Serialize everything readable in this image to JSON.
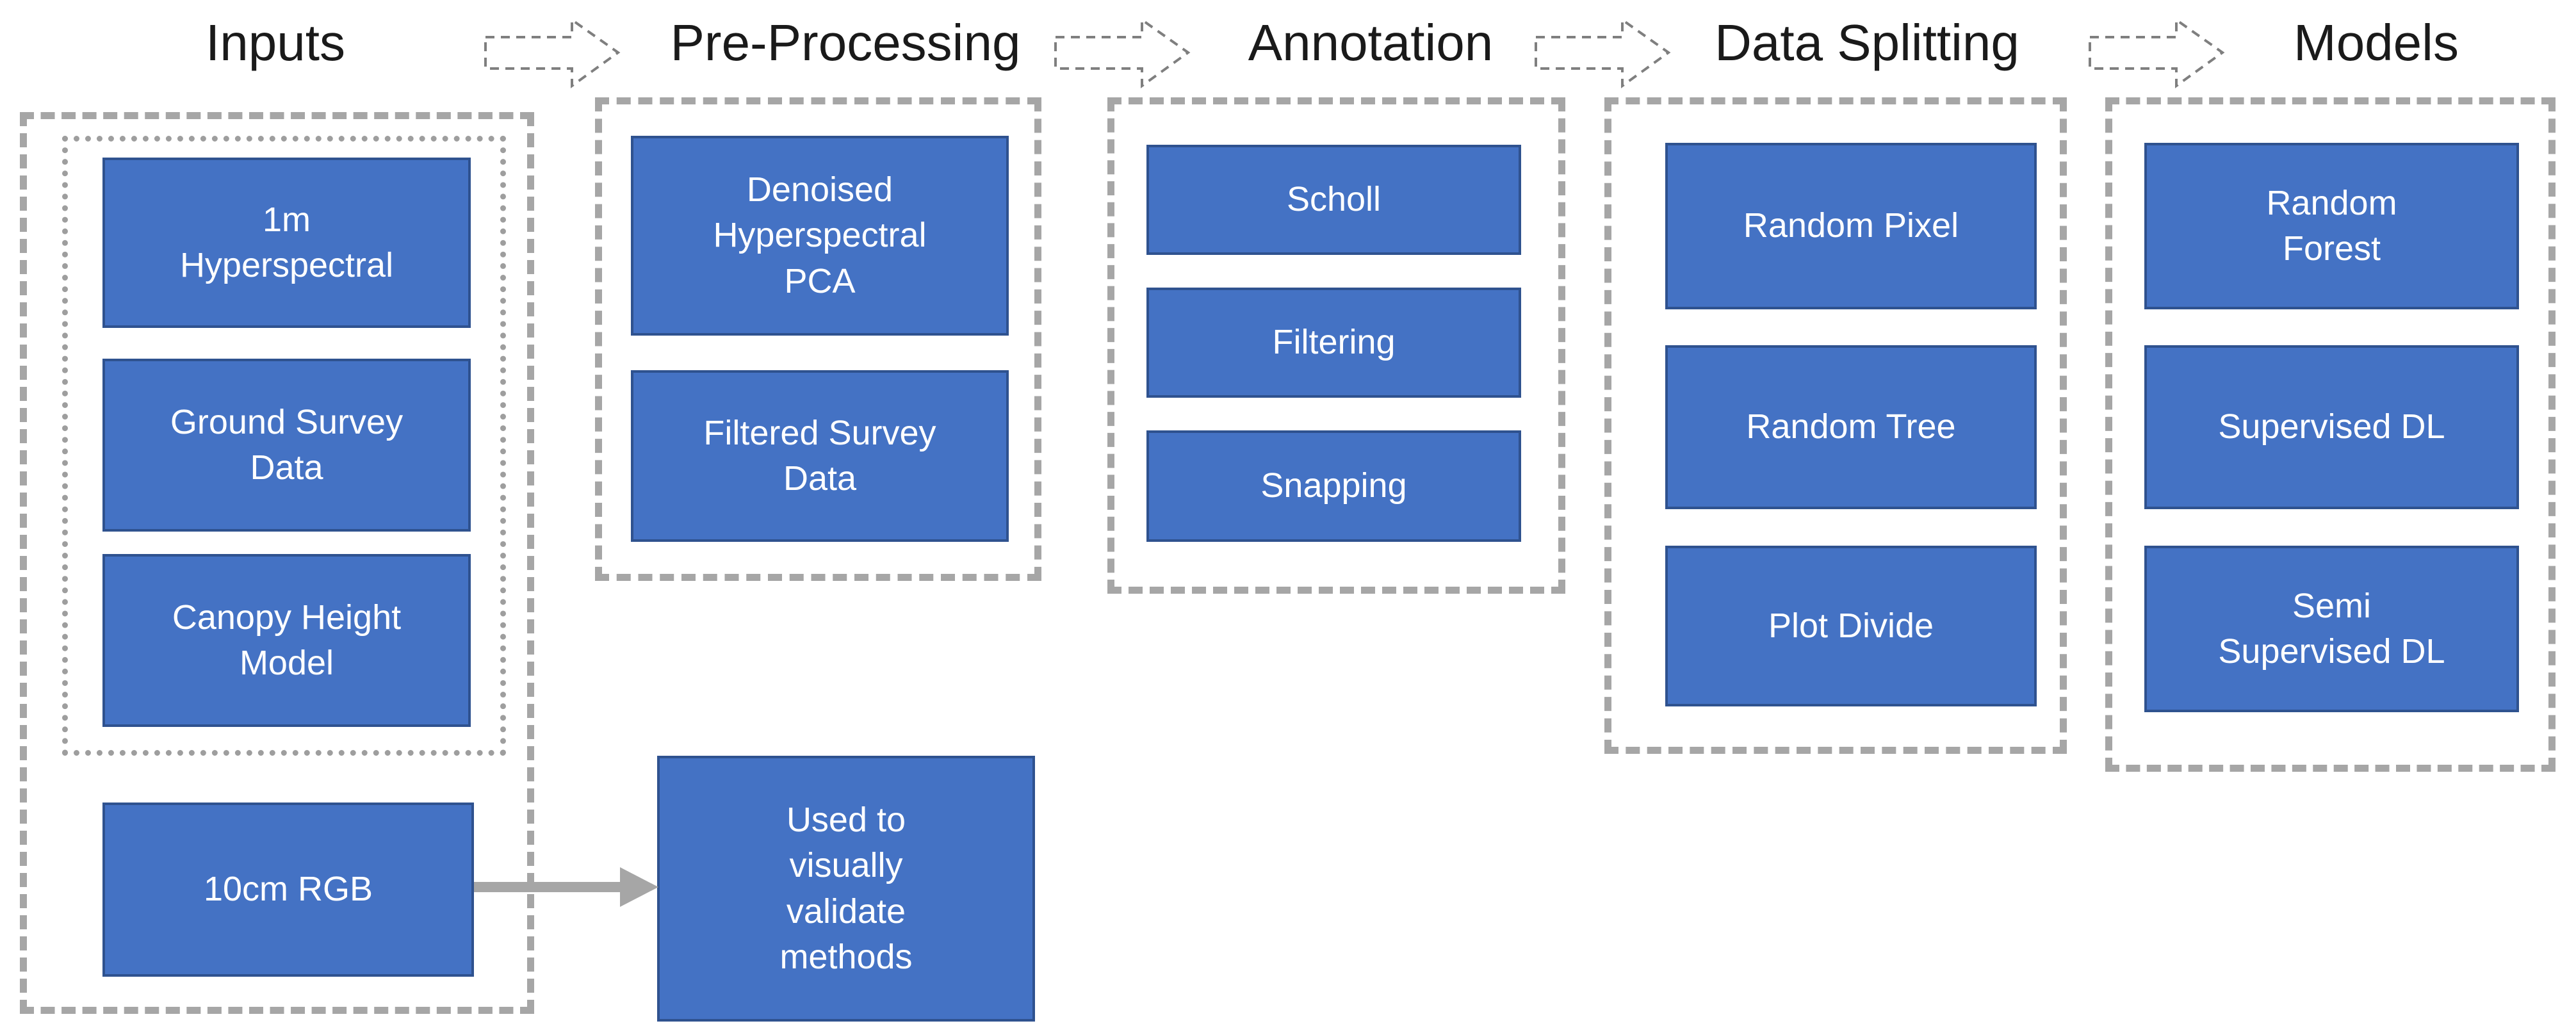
{
  "title_row": {
    "headers": [
      "Inputs",
      "Pre-Processing",
      "Annotation",
      "Data Splitting",
      "Models"
    ]
  },
  "boxes": {
    "inputs": {
      "grouped": [
        "1m\nHyperspectral",
        "Ground Survey\nData",
        "Canopy Height\nModel"
      ],
      "standalone": "10cm RGB"
    },
    "preprocessing": [
      "Denoised\nHyperspectral\nPCA",
      "Filtered Survey\nData"
    ],
    "annotation": [
      "Scholl",
      "Filtering",
      "Snapping"
    ],
    "data_splitting": [
      "Random Pixel",
      "Random Tree",
      "Plot Divide"
    ],
    "models": [
      "Random\nForest",
      "Supervised DL",
      "Semi\nSupervised DL"
    ],
    "note": "Used to\nvisually\nvalidate\nmethods"
  },
  "colors": {
    "box_fill": "#4472C4",
    "box_border": "#2F528F",
    "container_dash": "#A6A6A6",
    "header_text": "#1A1A1A",
    "connector_gray": "#A6A6A6",
    "flow_arrow_outline": "#7F7F7F"
  }
}
